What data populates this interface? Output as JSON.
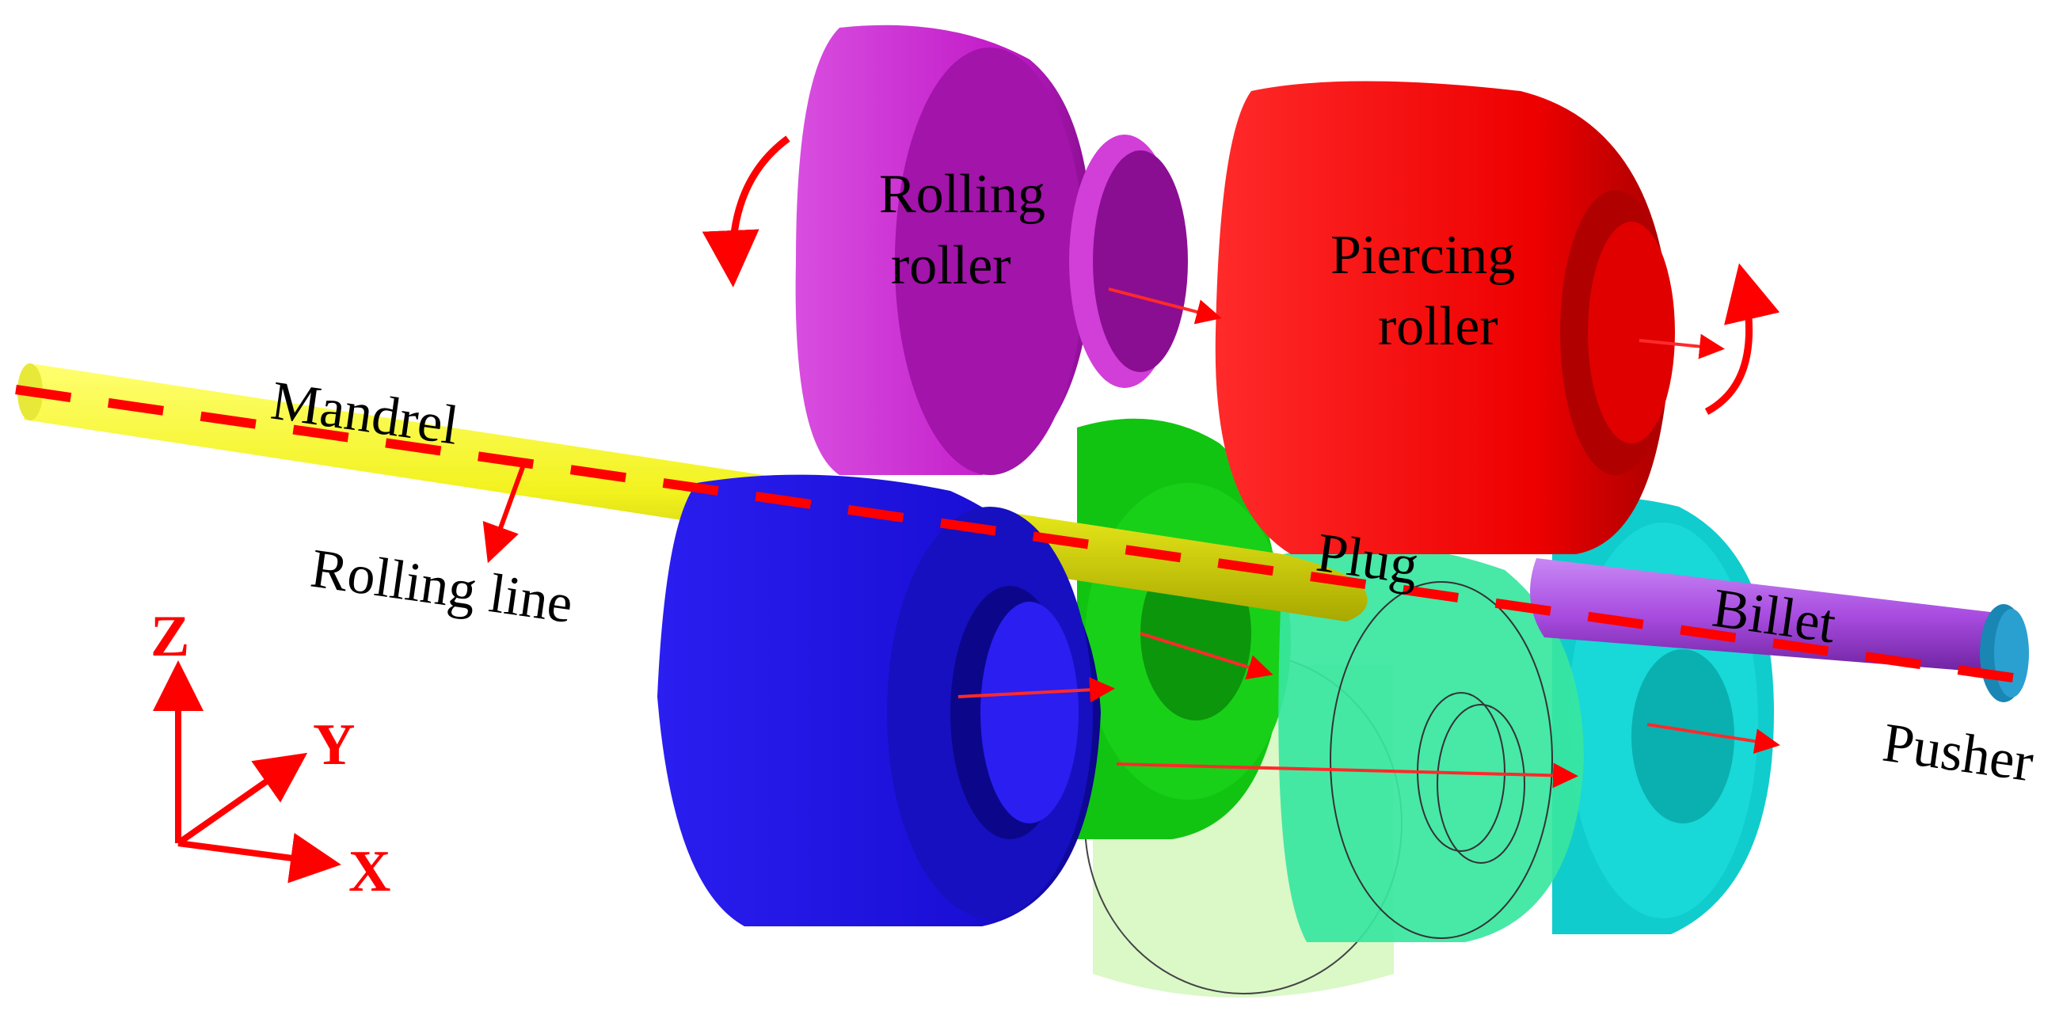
{
  "labels": {
    "rolling_roller_line1": "Rolling",
    "rolling_roller_line2": "roller",
    "piercing_roller_line1": "Piercing",
    "piercing_roller_line2": "roller",
    "mandrel": "Mandrel",
    "rolling_line": "Rolling line",
    "plug": "Plug",
    "billet": "Billet",
    "pusher": "Pusher"
  },
  "axes": {
    "z": "Z",
    "y": "Y",
    "x": "X"
  },
  "colors": {
    "rolling_roller": "#c21cc8",
    "piercing_roller": "#ee0000",
    "blue_roller": "#1a0fd6",
    "green_roller": "#12c412",
    "mint_roller": "#38e6a0",
    "cyan_roller": "#10cccc",
    "light_green_roller": "#cff5b4",
    "mandrel": "#f2f21e",
    "billet": "#a84ce0",
    "pusher": "#1a86b4",
    "rolling_line": "#ff0000",
    "axis_arrows": "#ff0000"
  }
}
